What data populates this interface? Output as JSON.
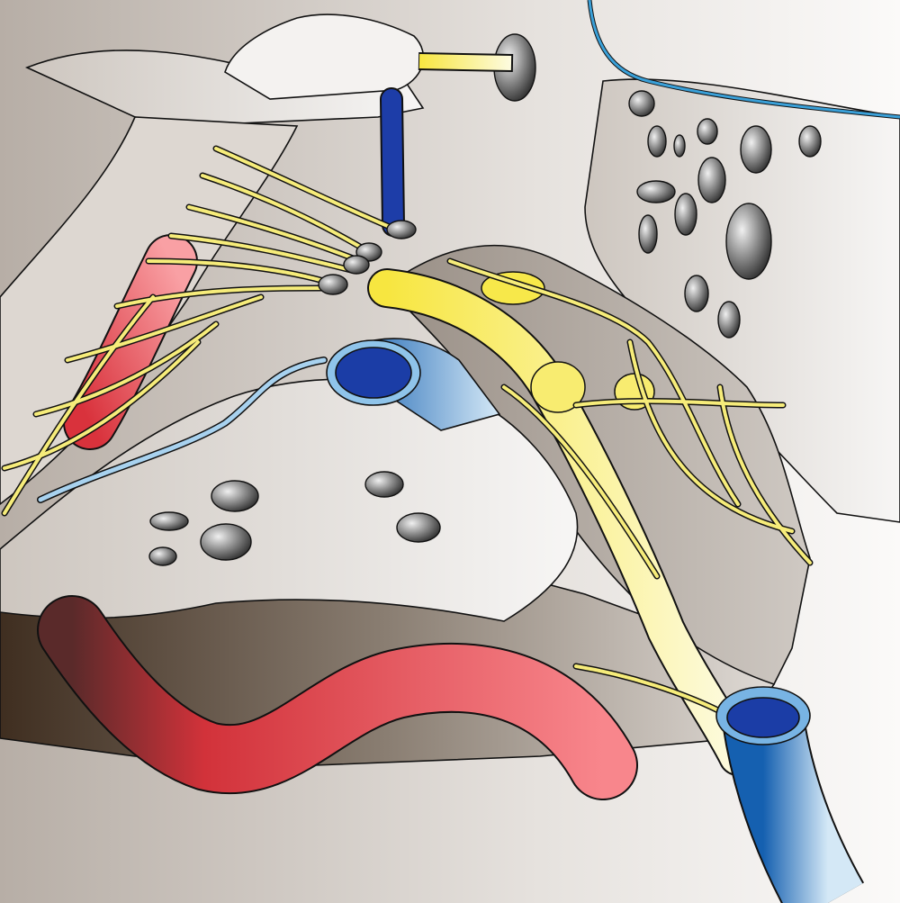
{
  "illustration": {
    "colors": {
      "background_dark": "#4a3a2c",
      "background_light": "#f4f2ef",
      "bone": "#d8d2cc",
      "bone_light": "#f2f0ee",
      "dura_dark": "#a9a097",
      "nerve": "#f5ec6a",
      "nerve_light": "#fbf6c0",
      "artery": "#d9323c",
      "artery_light": "#f8848a",
      "vein": "#1a5fb0",
      "vein_dark": "#1c2f9a",
      "vein_light": "#a9d1ee",
      "foramen": "#444444"
    },
    "structures": [
      "bone",
      "nerves",
      "artery",
      "vein",
      "ganglion",
      "foramina"
    ]
  }
}
